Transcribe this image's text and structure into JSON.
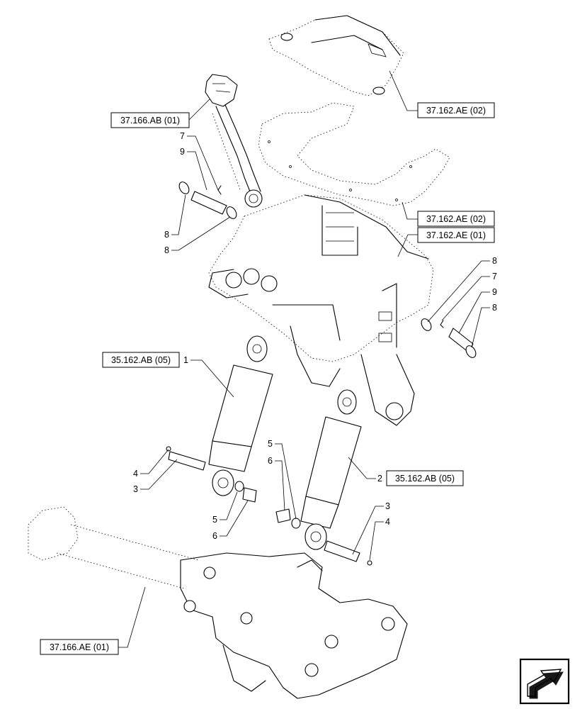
{
  "references": {
    "r1": "37.166.AB (01)",
    "r2": "37.162.AE (02)",
    "r3": "37.162.AE (02)",
    "r4": "37.162.AE (01)",
    "r5": "35.162.AB (05)",
    "r6": "35.162.AB (05)",
    "r7": "37.166.AE (01)"
  },
  "callouts": {
    "c_7_top": "7",
    "c_9_top": "9",
    "c_8_a": "8",
    "c_8_b": "8",
    "c_8_right_top": "8",
    "c_7_right": "7",
    "c_9_right": "9",
    "c_8_right_bot": "8",
    "c_1": "1",
    "c_2": "2",
    "c_4_left": "4",
    "c_3_left": "3",
    "c_5_left": "5",
    "c_6_left": "6",
    "c_5_mid": "5",
    "c_6_mid": "6",
    "c_3_right": "3",
    "c_4_right": "4"
  },
  "icons": {
    "nav": "next-page-arrow-icon"
  }
}
